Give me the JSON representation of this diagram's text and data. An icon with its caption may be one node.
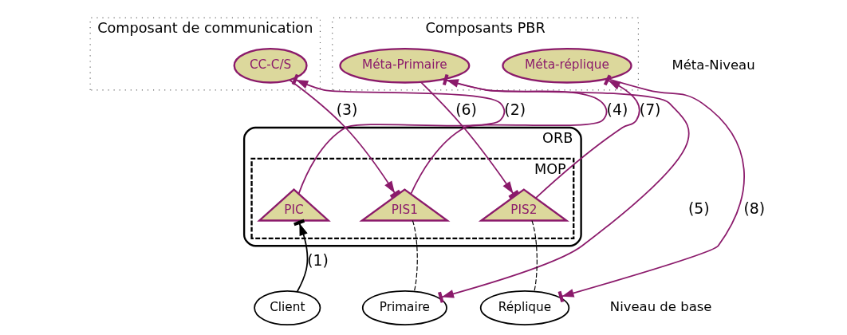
{
  "diagram": {
    "nodes": [
      {
        "text": [
          "Composant de communication"
        ]
      },
      {
        "text": [
          "CC-C/S"
        ],
        "in": 0
      },
      {
        "text": [
          "Composants PBR"
        ]
      },
      {
        "text": [
          "Méta-Primaire"
        ],
        "in": 2
      },
      {
        "text": [
          "Méta-réplique"
        ],
        "in": 2
      },
      {
        "text": [
          "ORB"
        ]
      },
      {
        "text": [
          "MOP"
        ],
        "in": 5
      },
      {
        "text": [
          "PIC"
        ],
        "in": 6
      },
      {
        "text": [
          "PIS1"
        ],
        "in": 6
      },
      {
        "text": [
          "PIS2"
        ],
        "in": 6
      },
      {
        "text": [
          "Client"
        ]
      },
      {
        "text": [
          "Primaire"
        ]
      },
      {
        "text": [
          "Réplique"
        ]
      }
    ],
    "edges": [
      {
        "from": 10,
        "to": 7,
        "arrow": "to",
        "label": "(1)",
        "color": "#000000"
      },
      {
        "from": 7,
        "to": 1,
        "arrow": "to",
        "label": "(2)"
      },
      {
        "from": 1,
        "to": 8,
        "arrow": "to",
        "label": "(3)"
      },
      {
        "from": 8,
        "to": 3,
        "arrow": "to",
        "label": "(4)"
      },
      {
        "from": 3,
        "to": 11,
        "arrow": "to",
        "label": "(5)"
      },
      {
        "from": 3,
        "to": 9,
        "arrow": "to",
        "label": "(6)"
      },
      {
        "from": 9,
        "to": 4,
        "arrow": "to",
        "label": "(7)"
      },
      {
        "from": 4,
        "to": 12,
        "arrow": "to",
        "label": "(8)"
      },
      {
        "from": 8,
        "to": 11,
        "arrow": "none",
        "style": "dashed",
        "color": "#000000"
      },
      {
        "from": 9,
        "to": 12,
        "arrow": "none",
        "style": "dashed",
        "color": "#000000"
      }
    ],
    "labels": [
      "Méta-Niveau",
      "Niveau de base"
    ]
  }
}
